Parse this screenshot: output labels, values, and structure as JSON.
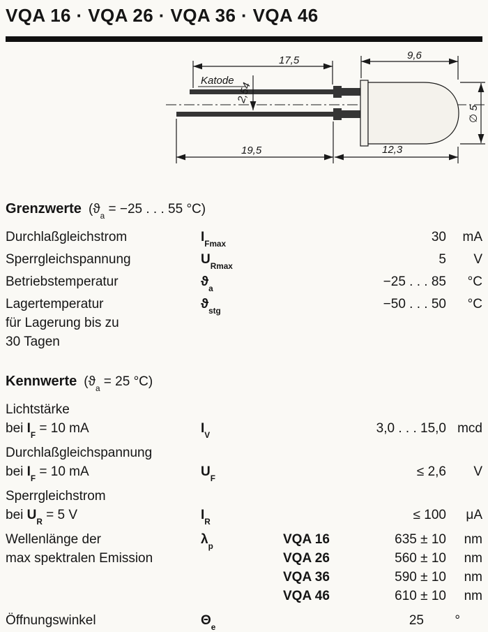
{
  "header": {
    "title": "VQA 16 · VQA 26 · VQA 36 · VQA 46"
  },
  "drawing": {
    "labels": {
      "katode": "Katode",
      "lead_length_top": "17,5",
      "body_length": "9,6",
      "lead_pitch": "2,54",
      "lead_length_bottom": "19,5",
      "overall_length": "12,3",
      "diameter": "∅ 5"
    }
  },
  "grenzwerte": {
    "title": "Grenzwerte",
    "cond_pre": "(ϑ",
    "cond_sub": "a",
    "cond_rest": " = −25 . . . 55 °C)",
    "rows": [
      {
        "label": "Durchlaßgleichstrom",
        "sym_base": "I",
        "sym_sub": "Fmax",
        "value": "30",
        "unit": "mA"
      },
      {
        "label": "Sperrgleichspannung",
        "sym_base": "U",
        "sym_sub": "Rmax",
        "value": "5",
        "unit": "V"
      },
      {
        "label": "Betriebstemperatur",
        "sym_base": "ϑ",
        "sym_sub": "a",
        "value": "−25 . . . 85",
        "unit": "°C"
      },
      {
        "label": "Lagertemperatur",
        "label2": "für Lagerung bis zu",
        "label3": "30 Tagen",
        "sym_base": "ϑ",
        "sym_sub": "stg",
        "value": "−50 . . . 50",
        "unit": "°C"
      }
    ]
  },
  "kennwerte": {
    "title": "Kennwerte",
    "cond_pre": "(ϑ",
    "cond_sub": "a",
    "cond_rest": " = 25 °C)",
    "rows": [
      {
        "line1": "Lichtstärke",
        "line2_pre": "bei",
        "line2_base": "I",
        "line2_sub": "F",
        "line2_post": "= 10 mA",
        "sym_base": "I",
        "sym_sub": "V",
        "value": "3,0 . . . 15,0",
        "unit": "mcd"
      },
      {
        "line1": "Durchlaßgleichspannung",
        "line2_pre": "bei",
        "line2_base": "I",
        "line2_sub": "F",
        "line2_post": "= 10 mA",
        "sym_base": "U",
        "sym_sub": "F",
        "value": "≤ 2,6",
        "unit": "V"
      },
      {
        "line1": "Sperrgleichstrom",
        "line2_pre": "bei",
        "line2_base": "U",
        "line2_sub": "R",
        "line2_post": "= 5 V",
        "sym_base": "I",
        "sym_sub": "R",
        "value": "≤ 100",
        "unit": "μA"
      },
      {
        "line1": "Wellenlänge der",
        "line2": "max spektralen Emission",
        "sym_base": "λ",
        "sym_sub": "p",
        "variants": [
          {
            "name": "VQA 16",
            "value": "635 ± 10",
            "unit": "nm"
          },
          {
            "name": "VQA 26",
            "value": "560 ± 10",
            "unit": "nm"
          },
          {
            "name": "VQA 36",
            "value": "590 ± 10",
            "unit": "nm"
          },
          {
            "name": "VQA 46",
            "value": "610 ± 10",
            "unit": "nm"
          }
        ]
      },
      {
        "label": "Öffnungswinkel",
        "sym_base": "Θ",
        "sym_sub": "e",
        "value": "25",
        "unit": "°"
      }
    ]
  }
}
